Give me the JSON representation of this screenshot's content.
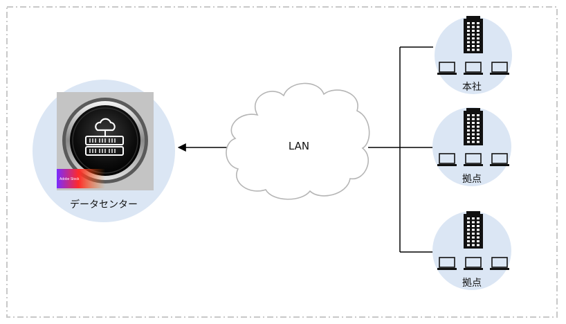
{
  "cloud": {
    "label": "LAN"
  },
  "datacenter": {
    "label": "データセンター",
    "icon": "cloud-server-icon",
    "badge_text": "Adobe Stock"
  },
  "sites": [
    {
      "label": "本社"
    },
    {
      "label": "拠点"
    },
    {
      "label": "拠点"
    }
  ],
  "colors": {
    "circle_fill": "#dbe6f4",
    "border_dash": "#c8c8c8",
    "line": "#000000",
    "cloud_stroke": "#b5b5b5"
  }
}
